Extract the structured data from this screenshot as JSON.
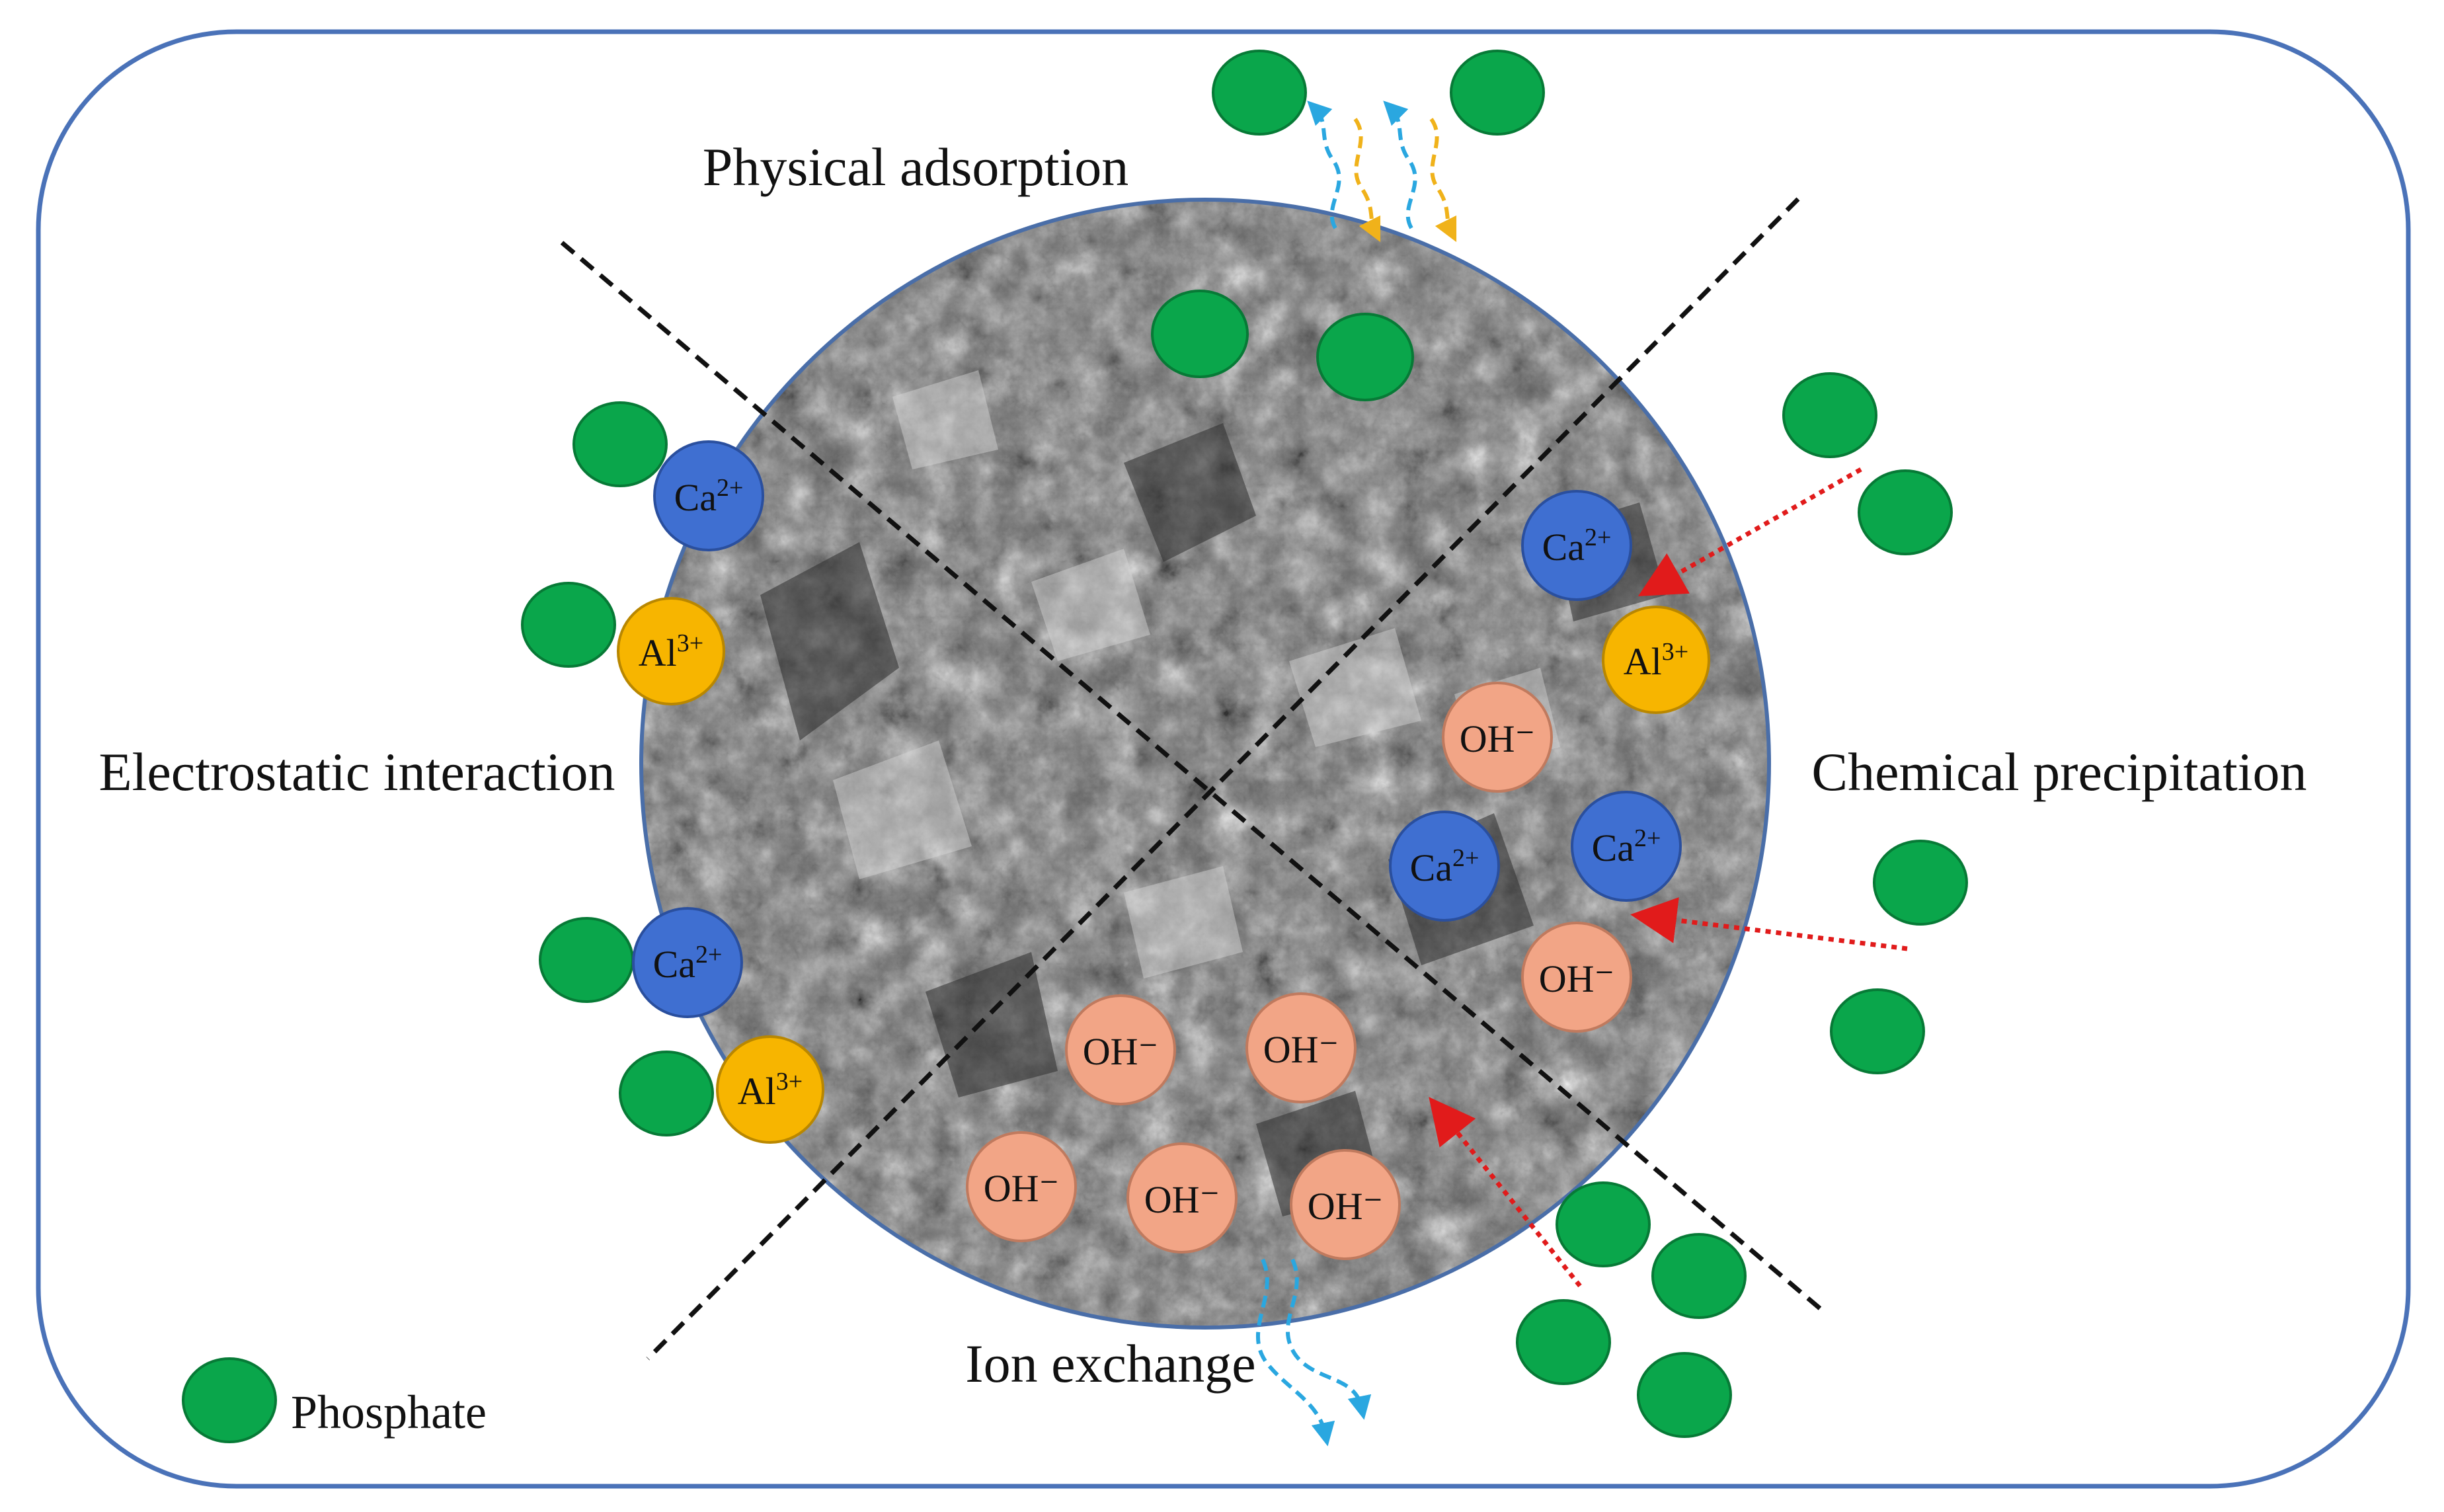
{
  "labels": {
    "physical": "Physical adsorption",
    "electrostatic": "Electrostatic interaction",
    "chemical": "Chemical precipitation",
    "ion_exchange": "Ion exchange",
    "legend": "Phosphate"
  },
  "ions": {
    "ca_base": "Ca",
    "ca_charge": "2+",
    "al_base": "Al",
    "al_charge": "3+",
    "oh": "OH⁻"
  },
  "colors": {
    "frame": "#4a72b8",
    "phosphate": "#0aa64b",
    "phosphate_stroke": "#077a36",
    "ca": "#3f6fd1",
    "al": "#f7b500",
    "oh": "#f2a586",
    "arrow_red": "#e11b1b",
    "arrow_blue": "#2aa7e0",
    "arrow_orange": "#f0b21a"
  },
  "icons": {
    "adsorbent": "sem-micrograph-particle",
    "phosphate": "green-circle"
  }
}
